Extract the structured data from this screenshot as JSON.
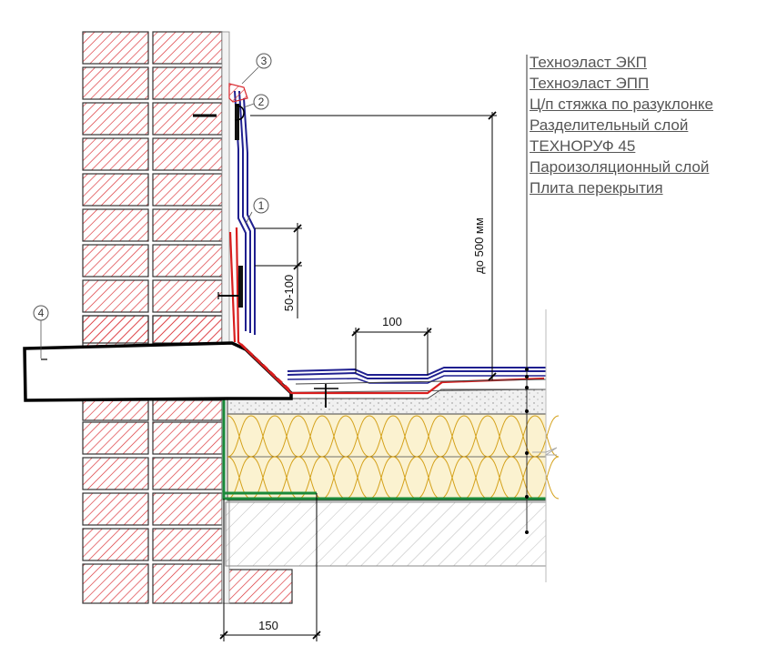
{
  "layers": [
    "Техноэласт ЭКП",
    "Техноэласт ЭПП",
    "Ц/п стяжка по разуклонке",
    "Разделительный слой",
    "ТЕХНОРУФ 45",
    "Пароизоляционный слой",
    "Плита перекрытия"
  ],
  "dimensions": {
    "lap": "100",
    "upstand_height": "до 500 мм",
    "fixing_zone": "50-100",
    "vapour_turnup": "150"
  },
  "callouts": [
    "1",
    "2",
    "3",
    "4"
  ],
  "colors": {
    "brick_hatch": "#d9292f",
    "membrane_top": "#1f1f8f",
    "membrane_bottom": "#d81e1e",
    "vapour_barrier": "#1a8a3a",
    "insulation": "#fbf2d0",
    "insulation_lines": "#d4a11a",
    "concrete_hatch": "#999999",
    "screed": "#eeeeee"
  }
}
